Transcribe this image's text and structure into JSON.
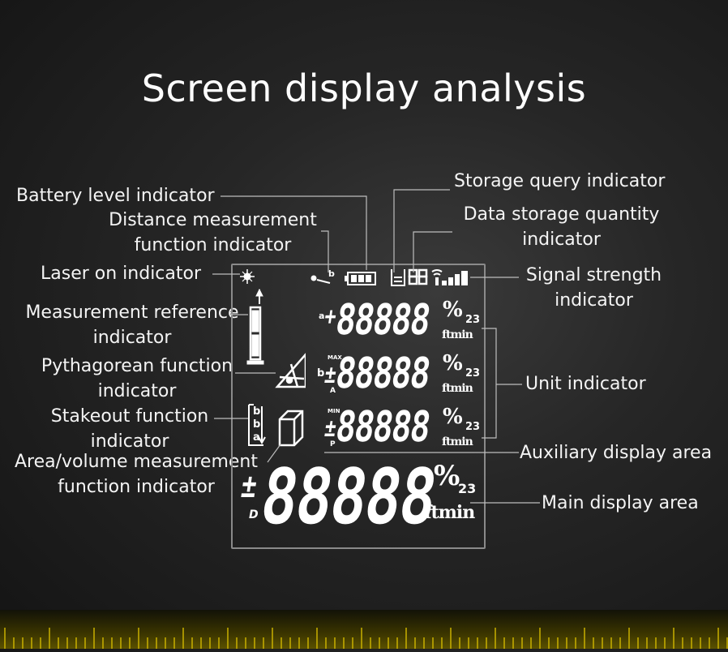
{
  "title": "Screen display analysis",
  "labels": {
    "battery": "Battery level indicator",
    "distance": [
      "Distance measurement",
      "function indicator"
    ],
    "laser": "Laser on indicator",
    "reference": [
      "Measurement reference",
      "indicator"
    ],
    "pythagorean": [
      "Pythagorean function",
      "indicator"
    ],
    "stakeout": [
      "Stakeout function",
      "indicator"
    ],
    "area": [
      "Area/volume measurement",
      "function indicator"
    ],
    "storage_query": "Storage query indicator",
    "data_storage": [
      "Data storage quantity",
      "indicator"
    ],
    "signal": [
      "Signal strength",
      "indicator"
    ],
    "unit": "Unit indicator",
    "auxiliary": "Auxiliary display area",
    "main": "Main display area"
  },
  "display": {
    "digits": "88888",
    "unit_text": "ftmin",
    "percent": "%",
    "power": "23",
    "aux_prefix": [
      "a",
      "b",
      ""
    ],
    "aux_side": [
      "",
      "MAX",
      "MIN"
    ],
    "aux_sub": [
      "",
      "A",
      "P"
    ],
    "main_sub": "D",
    "plus_minus": "±",
    "plus": "+",
    "stake_letters": [
      "b",
      "b",
      "a"
    ]
  }
}
